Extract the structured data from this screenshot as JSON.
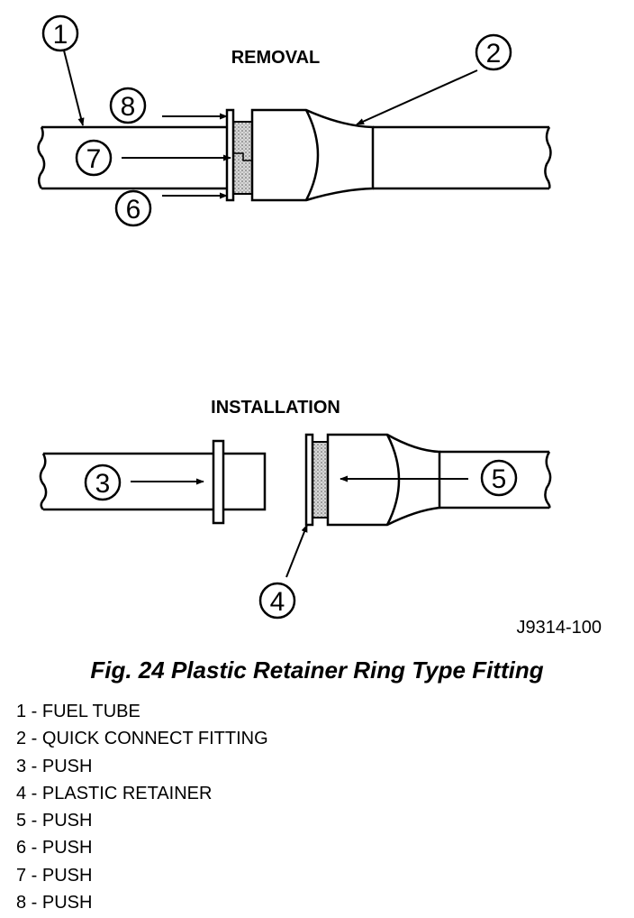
{
  "diagram": {
    "removal_heading": "REMOVAL",
    "installation_heading": "INSTALLATION",
    "figure_code": "J9314-100",
    "callouts": [
      "1",
      "2",
      "3",
      "4",
      "5",
      "6",
      "7",
      "8"
    ]
  },
  "caption": "Fig. 24 Plastic Retainer Ring Type Fitting",
  "legend": [
    {
      "label": "1 - FUEL TUBE"
    },
    {
      "label": "2 - QUICK CONNECT FITTING"
    },
    {
      "label": "3 - PUSH"
    },
    {
      "label": "4 - PLASTIC RETAINER"
    },
    {
      "label": "5 - PUSH"
    },
    {
      "label": "6 - PUSH"
    },
    {
      "label": "7 - PUSH"
    },
    {
      "label": "8 - PUSH"
    }
  ],
  "colors": {
    "ink": "#000000",
    "paper": "#ffffff",
    "stipple": "#bdbdbd"
  }
}
